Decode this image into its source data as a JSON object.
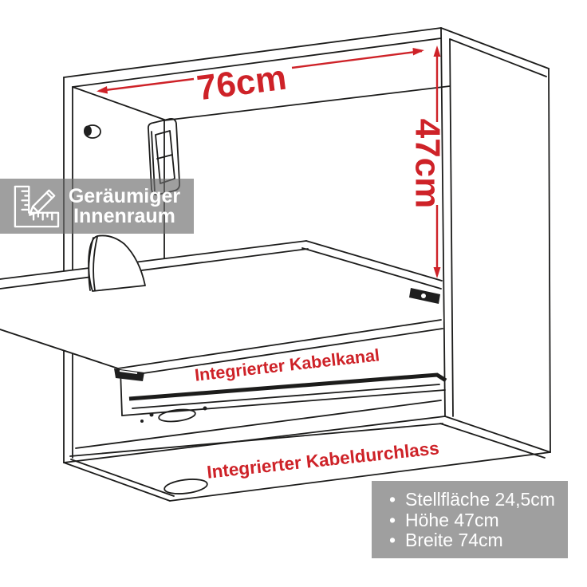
{
  "diagram": {
    "subject": "wall-cabinet-with-fold-down-flap",
    "dimensions": {
      "width_label": "76cm",
      "height_label": "47cm"
    },
    "feature_labels": {
      "cable_channel": "Integrierter Kabelkanal",
      "cable_passthrough": "Integrierter Kabeldurchlass"
    }
  },
  "badge": {
    "line1": "Geräumiger",
    "line2": "Innenraum",
    "icon": "ruler-and-pencil-icon"
  },
  "specs": {
    "bullet": "•",
    "items": [
      "Stellfläche 24,5cm",
      "Höhe 47cm",
      "Breite 74cm"
    ]
  },
  "colors": {
    "accent_red": "#ce2228",
    "line_black": "#1c1c1b",
    "overlay_gray": "rgba(110,110,110,0.66)",
    "text_white": "#ffffff",
    "background": "#ffffff"
  }
}
